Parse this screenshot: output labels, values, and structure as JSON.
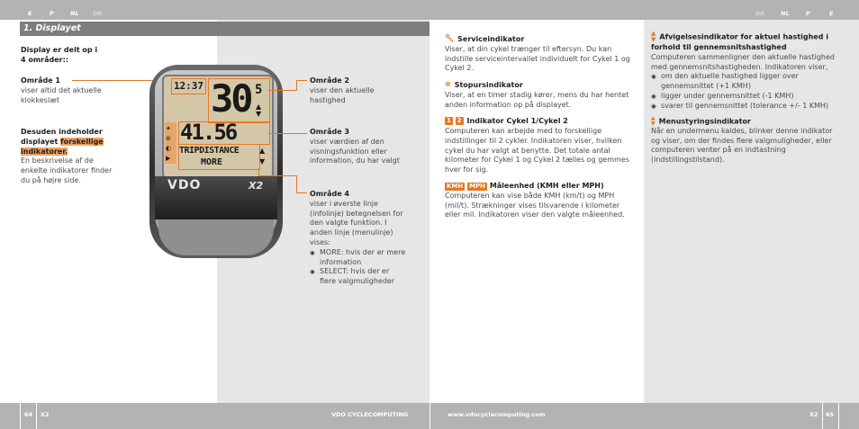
{
  "header": {
    "left_langs": [
      "E",
      "P",
      "NL",
      "DK"
    ],
    "right_langs": [
      "DK",
      "NL",
      "P",
      "E"
    ]
  },
  "section_title": "1. Displayet",
  "left": {
    "intro_bold": "Display er delt op i 4 områder::",
    "area1_title": "Område 1",
    "area1_text": "viser altid det aktuelle klokkeslæt",
    "more_bold_a": "Desuden indeholder displayet",
    "more_bold_b": "forskellige indikatorer.",
    "more_text": "En beskrivelse af de enkelte indikatorer finder du på højre side."
  },
  "device": {
    "clock": "12:37",
    "speed": "30",
    "speed_unit": "5",
    "dist": "41.56",
    "line1": "TRIPDISTANCE",
    "line2": "MORE",
    "brand": "VDO",
    "model": "X2"
  },
  "areas": {
    "a2_title": "Område 2",
    "a2_text": "viser den aktuelle hastighed",
    "a3_title": "Område 3",
    "a3_text": "viser værdien af den visningsfunktion eller information, du har valgt",
    "a4_title": "Område 4",
    "a4_text": "viser i øverste linje (infolinje) betegnelsen for den valgte funktion. I anden linje (menulinje) vises:",
    "a4_items": [
      "MORE: hvis der er mere information",
      "SELECT: hvis der er flere valgmuligheder"
    ]
  },
  "col3": {
    "s1_title": "Serviceindikator",
    "s1_text": "Viser, at din cykel trænger til eftersyn. Du kan indstille serviceintervallet individuelt for Cykel 1 og Cykel 2.",
    "s2_title": "Stopursindikator",
    "s2_text": "Viser, at en timer stadig kører, mens du har hentet anden information op på displayet.",
    "s3_title": "Indikator Cykel 1/Cykel 2",
    "s3_text": "Computeren kan arbejde med to forskellige indstillinger til 2 cykler. Indikatoren viser, hvilken cykel du har valgt at benytte. Det totale antal kilometer for Cykel 1 og Cykel 2 tælles og gemmes hver for sig.",
    "s4_tag1": "KMH",
    "s4_tag2": "MPH",
    "s4_title": "Måleenhed (KMH eller MPH)",
    "s4_text": "Computeren kan vise både KMH (km/t) og MPH (mil/t). Strækninger vises tilsvarende i kilometer eller mil. Indikatoren viser den valgte måleenhed."
  },
  "col4": {
    "s1_title": "Afvigelsesindikator for aktuel hastighed i forhold til gennemsnitshastighed",
    "s1_text": "Computeren sammenligner den aktuelle hastighed med gennemsnitshastigheden. Indikatoren viser,",
    "s1_items": [
      "om den aktuelle hastighed ligger over gennemsnittet (+1 KMH)",
      "ligger under gennemsnittet (-1 KMH)",
      "svarer til gennemsnittet (tolerance +/- 1 KMH)"
    ],
    "s2_title": "Menustyringsindikator",
    "s2_text": "Når en undermenu kaldes, blinker denne indikator og viser, om der findes flere valgmuligheder, eller computeren venter på en indtastning (indstillingstilstand)."
  },
  "footer": {
    "page_left": "64",
    "model_left": "X2",
    "brand": "VDO CYCLECOMPUTING",
    "url": "www.vdocyclecomputing.com",
    "model_right": "X2",
    "page_right": "65"
  },
  "colors": {
    "accent": "#e87722",
    "bar": "#b3b3b3",
    "panel": "#e6e6e6"
  }
}
